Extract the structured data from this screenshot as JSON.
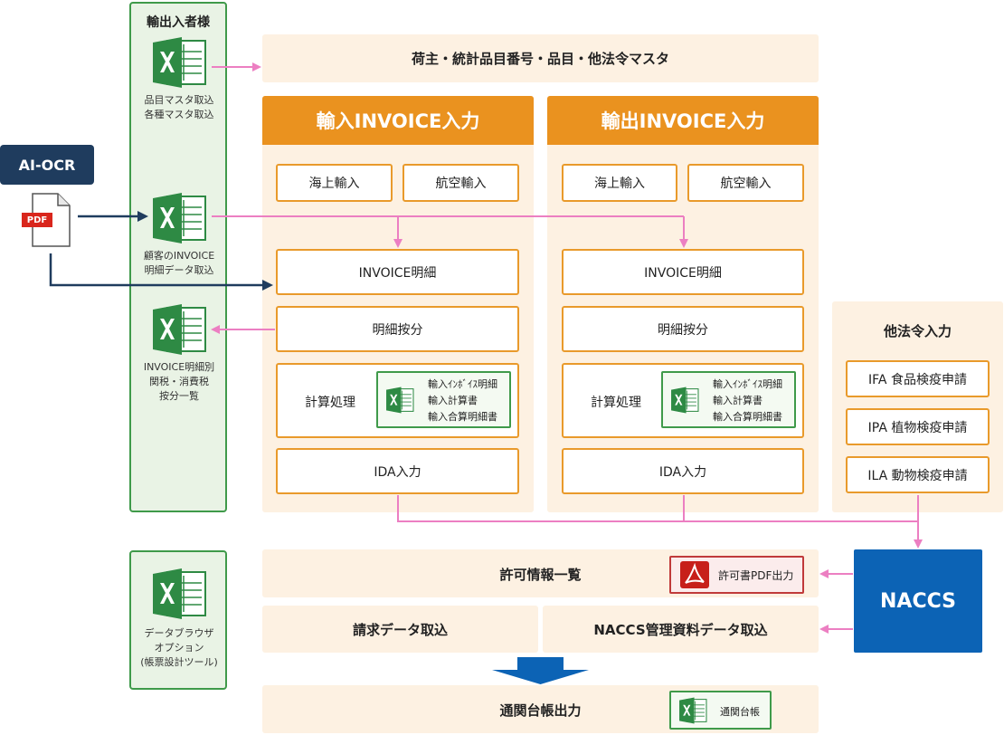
{
  "left_panel": {
    "title": "輸出入者様",
    "item1": [
      "品目マスタ取込",
      "各種マスタ取込"
    ],
    "item2": [
      "顧客のINVOICE",
      "明細データ取込"
    ],
    "item3": [
      "INVOICE明細別",
      "関税・消費税",
      "按分一覧"
    ]
  },
  "option_panel": {
    "lines": [
      "データブラウザ",
      "オプション",
      "(帳票設計ツール)"
    ]
  },
  "ai_ocr": {
    "label": "AI-OCR",
    "pdf_label": "PDF"
  },
  "master": {
    "label": "荷主・統計品目番号・品目・他法令マスタ"
  },
  "import": {
    "title": "輸入INVOICE入力",
    "sea": "海上輸入",
    "air": "航空輸入",
    "invoice": "INVOICE明細",
    "allocation": "明細按分",
    "calc": "計算処理",
    "calc_docs": [
      "輸入ｲﾝﾎﾞｲｽ明細",
      "輸入計算書",
      "輸入合算明細書"
    ],
    "ida": "IDA入力"
  },
  "export": {
    "title": "輸出INVOICE入力",
    "sea": "海上輸入",
    "air": "航空輸入",
    "invoice": "INVOICE明細",
    "allocation": "明細按分",
    "calc": "計算処理",
    "calc_docs": [
      "輸入ｲﾝﾎﾞｲｽ明細",
      "輸入計算書",
      "輸入合算明細書"
    ],
    "ida": "IDA入力"
  },
  "other_laws": {
    "title": "他法令入力",
    "items": [
      "IFA 食品検疫申請",
      "IPA 植物検疫申請",
      "ILA 動物検疫申請"
    ]
  },
  "naccs": {
    "label": "NACCS"
  },
  "permit": {
    "label": "許可情報一覧",
    "pdf_button": "許可書PDF出力"
  },
  "billing": {
    "label": "請求データ取込"
  },
  "naccs_data": {
    "label": "NACCS管理資料データ取込"
  },
  "ledger": {
    "label": "通関台帳出力",
    "doc": "通関台帳"
  },
  "colors": {
    "orange": "#ea921f",
    "cream": "#fdf1e2",
    "green": "#3f9a4a",
    "navy": "#1f3c5e",
    "naccs_blue": "#0c63b5",
    "pink_arrow": "#ec7fc2"
  }
}
